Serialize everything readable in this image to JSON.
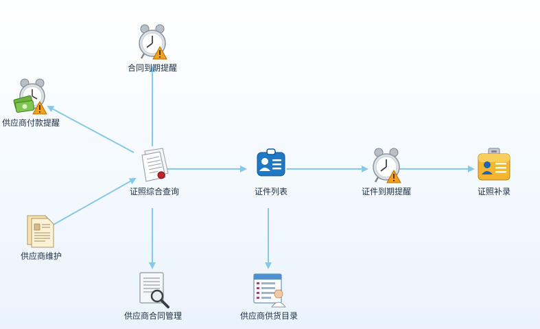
{
  "nodes": {
    "contract_expiry": {
      "label": "合同到期提醒",
      "icon": "alarm-clock-warning-icon"
    },
    "payment_reminder": {
      "label": "供应商付款提醒",
      "icon": "alarm-clock-money-warning-icon"
    },
    "query": {
      "label": "证照综合查询",
      "icon": "document-seal-icon"
    },
    "cert_list": {
      "label": "证件列表",
      "icon": "id-card-icon"
    },
    "cert_expiry": {
      "label": "证件到期提醒",
      "icon": "alarm-clock-warning-icon"
    },
    "cert_supplement": {
      "label": "证照补录",
      "icon": "badge-card-icon"
    },
    "supplier_maint": {
      "label": "供应商维护",
      "icon": "folder-documents-icon"
    },
    "contract_mgmt": {
      "label": "供应商合同管理",
      "icon": "document-magnifier-icon"
    },
    "catalog": {
      "label": "供应商供货目录",
      "icon": "user-list-icon"
    }
  },
  "colors": {
    "arrow": "#86c8ea",
    "label": "#1c2f44"
  }
}
